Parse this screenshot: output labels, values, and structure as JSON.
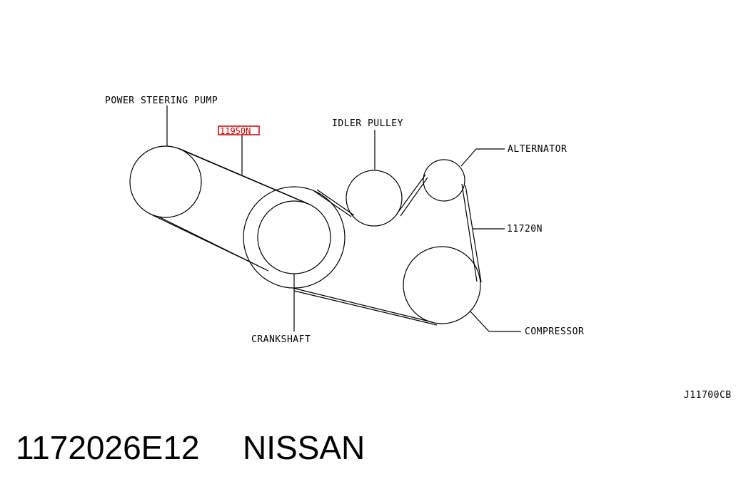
{
  "labels": {
    "power_steering_pump": "POWER STEERING PUMP",
    "highlighted_part": "11950N",
    "idler_pulley": "IDLER PULLEY",
    "alternator": "ALTERNATOR",
    "belt_11720": "11720N",
    "crankshaft": "CRANKSHAFT",
    "compressor": "COMPRESSOR",
    "figure_code": "J11700CB"
  },
  "footer": {
    "part_number": "1172026E12",
    "brand": "NISSAN"
  },
  "colors": {
    "line": "#000000",
    "highlight": "#cc0000",
    "background": "#ffffff"
  }
}
